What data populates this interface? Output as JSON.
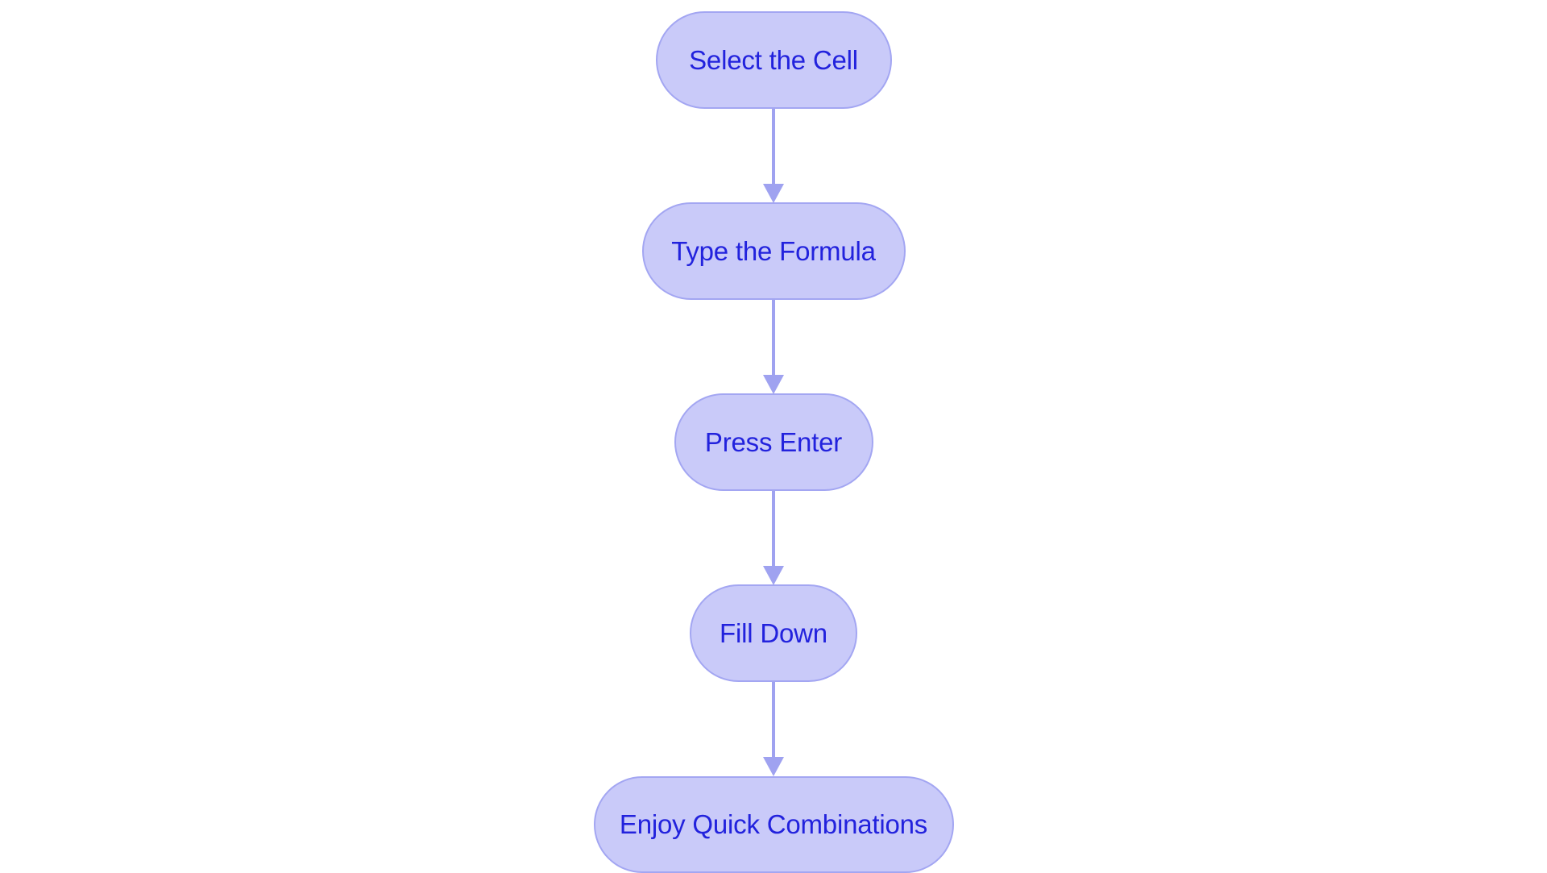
{
  "diagram": {
    "type": "flowchart",
    "orientation": "vertical-top-to-bottom",
    "title": "",
    "colors": {
      "node_fill": "#c9caf9",
      "node_border": "#a3a6f2",
      "node_text": "#2222dd",
      "connector": "#9fa2f0",
      "background": "#ffffff"
    },
    "nodes": [
      {
        "id": "node-1",
        "label": "Select the Cell",
        "shape": "stadium"
      },
      {
        "id": "node-2",
        "label": "Type the Formula",
        "shape": "stadium"
      },
      {
        "id": "node-3",
        "label": "Press Enter",
        "shape": "stadium"
      },
      {
        "id": "node-4",
        "label": "Fill Down",
        "shape": "stadium"
      },
      {
        "id": "node-5",
        "label": "Enjoy Quick Combinations",
        "shape": "stadium"
      }
    ],
    "edges": [
      {
        "id": "edge-1",
        "from": "node-1",
        "to": "node-2",
        "label": "",
        "arrow": "down-arrow"
      },
      {
        "id": "edge-2",
        "from": "node-2",
        "to": "node-3",
        "label": "",
        "arrow": "down-arrow"
      },
      {
        "id": "edge-3",
        "from": "node-3",
        "to": "node-4",
        "label": "",
        "arrow": "down-arrow"
      },
      {
        "id": "edge-4",
        "from": "node-4",
        "to": "node-5",
        "label": "",
        "arrow": "down-arrow"
      }
    ]
  }
}
